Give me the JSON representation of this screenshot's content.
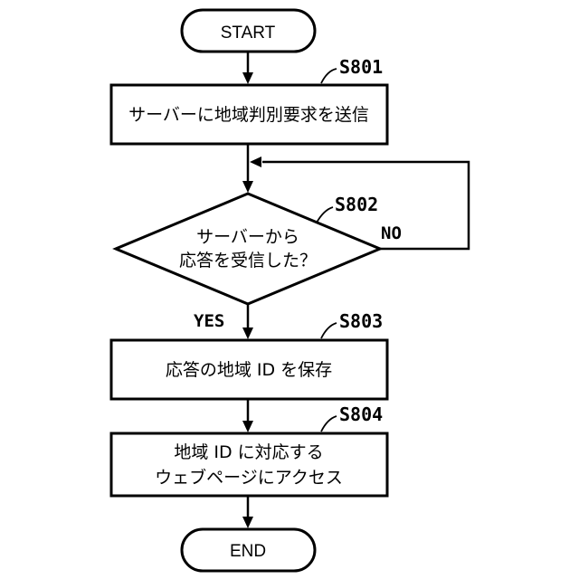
{
  "flowchart": {
    "start": "START",
    "end": "END",
    "steps": [
      {
        "id": "S801",
        "lines": [
          "サーバーに地域判別要求を送信"
        ]
      },
      {
        "id": "S802",
        "lines": [
          "サーバーから",
          "応答を受信した？"
        ]
      },
      {
        "id": "S803",
        "lines": [
          "応答の地域 ID を保存"
        ]
      },
      {
        "id": "S804",
        "lines": [
          "地域 ID に対応する",
          "ウェブページにアクセス"
        ]
      }
    ],
    "branches": {
      "yes": "YES",
      "no": "NO"
    }
  }
}
